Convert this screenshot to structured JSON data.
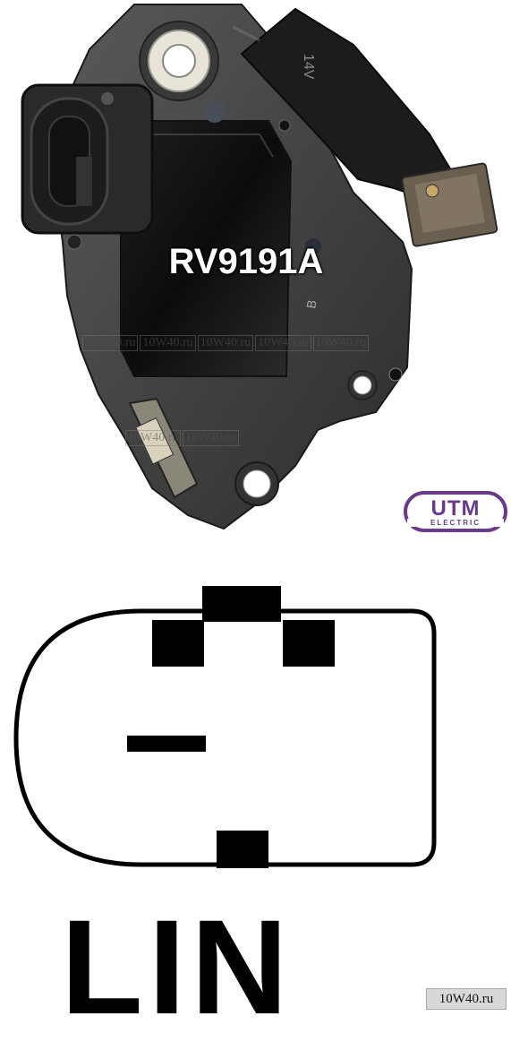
{
  "product": {
    "part_number": "RV9191A",
    "stamp_text": "14V",
    "mark_letter": "B"
  },
  "brand": {
    "name": "UTM",
    "sub": "ELECTRIC",
    "color": "#6a3a8a"
  },
  "watermark": {
    "text": "10W40.ru"
  },
  "diagram": {
    "label": "LIN"
  }
}
